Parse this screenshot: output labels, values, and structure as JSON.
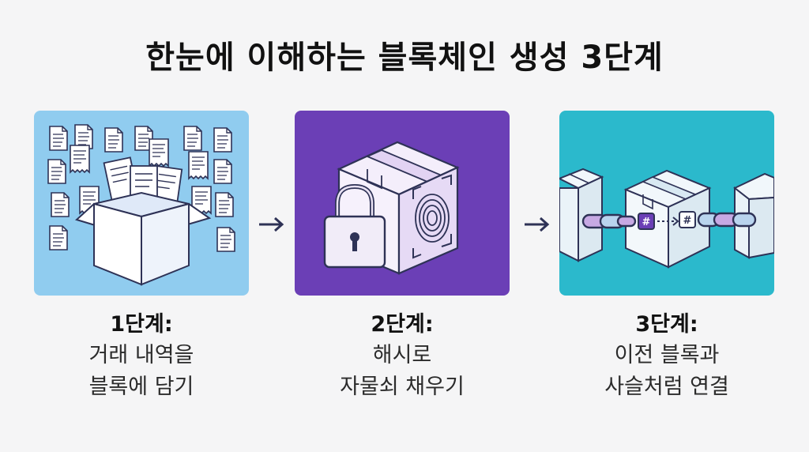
{
  "title": "한눈에 이해하는 블록체인 생성 3단계",
  "colors": {
    "panel1": "#90ccef",
    "panel2": "#6b3fb6",
    "panel3": "#2bb9cc",
    "arrow": "#2e3256",
    "outline": "#2e3256"
  },
  "steps": [
    {
      "label": "1단계:",
      "lines": [
        "거래 내역을",
        "블록에 담기"
      ],
      "icon": "box-with-documents-icon"
    },
    {
      "label": "2단계:",
      "lines": [
        "해시로",
        "자물쇠 채우기"
      ],
      "icon": "box-with-padlock-and-fingerprint-icon"
    },
    {
      "label": "3단계:",
      "lines": [
        "이전 블록과",
        "사슬처럼 연결"
      ],
      "icon": "chained-blocks-icon"
    }
  ],
  "hash_symbol": "#"
}
